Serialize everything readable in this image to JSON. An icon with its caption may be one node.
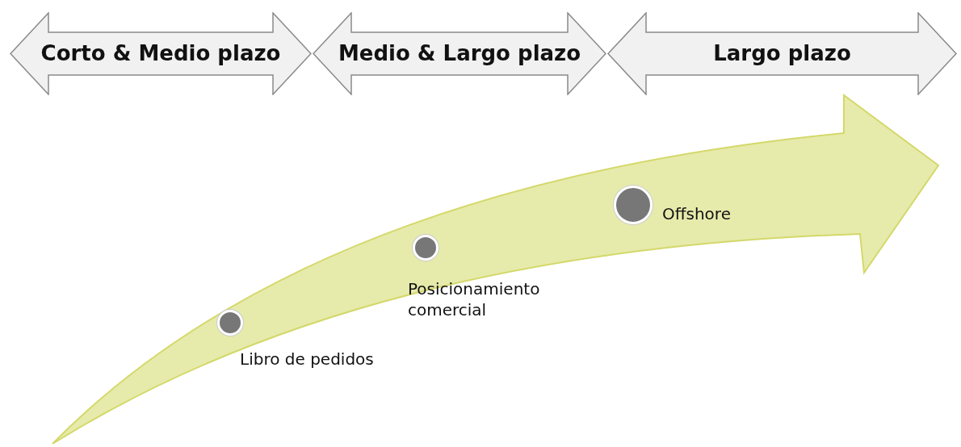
{
  "diagram": {
    "nodes": [
      {
        "text": [
          "Corto & Medio plazo"
        ]
      },
      {
        "text": [
          "Medio & Largo plazo"
        ]
      },
      {
        "text": [
          "Largo plazo"
        ]
      },
      {
        "text": [],
        "shape": "circle",
        "beside": [
          "Libro de pedidos"
        ]
      },
      {
        "text": [],
        "shape": "circle",
        "beside": [
          "Posicionamiento comercial"
        ]
      },
      {
        "text": [],
        "shape": "circle",
        "beside": [
          "Offshore"
        ]
      }
    ]
  }
}
